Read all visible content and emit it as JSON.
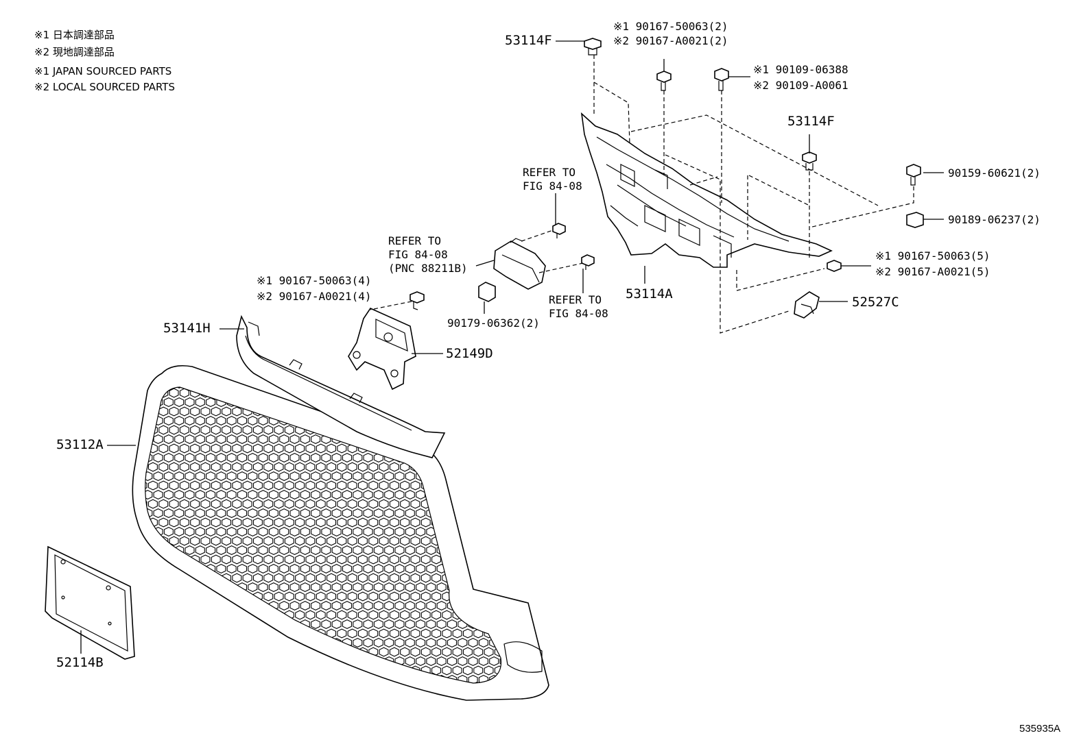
{
  "notes": [
    "※1 日本調達部品",
    "※2 現地調達部品",
    "※1 JAPAN SOURCED PARTS",
    "※2 LOCAL SOURCED PARTS"
  ],
  "labels": {
    "p53114F_top": "53114F",
    "p90167_2_a": "※1  90167-50063(2)",
    "p90167_2_b": "※2  90167-A0021(2)",
    "p90109_a": "※1  90109-06388",
    "p90109_b": "※2  90109-A0061",
    "p53114F_right": "53114F",
    "p90159": "90159-60621(2)",
    "p90189": "90189-06237(2)",
    "p90167_5_a": "※1  90167-50063(5)",
    "p90167_5_b": "※2  90167-A0021(5)",
    "p52527C": "52527C",
    "p53114A": "53114A",
    "refer1": [
      "REFER TO",
      "FIG 84-08"
    ],
    "refer2": [
      "REFER TO",
      "FIG 84-08",
      "(PNC 88211B)"
    ],
    "refer3": [
      "REFER TO",
      "FIG 84-08"
    ],
    "p90179": "90179-06362(2)",
    "p90167_4_a": "※1  90167-50063(4)",
    "p90167_4_b": "※2  90167-A0021(4)",
    "p53141H": "53141H",
    "p52149D": "52149D",
    "p53112A": "53112A",
    "p52114B": "52114B",
    "figure_id": "535935A"
  }
}
